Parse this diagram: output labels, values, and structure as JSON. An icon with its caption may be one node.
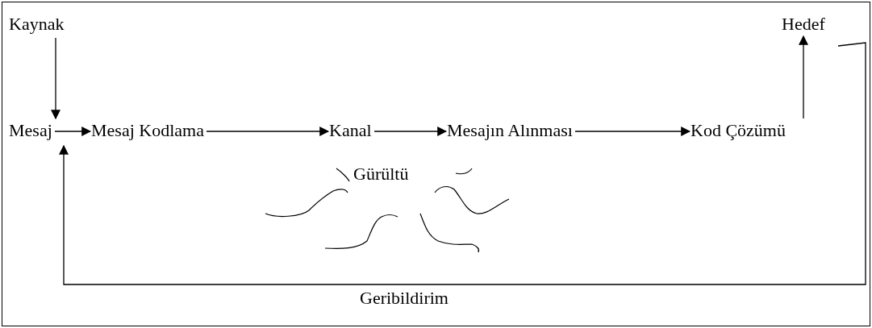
{
  "diagram": {
    "nodes": [
      {
        "text": [
          "Kaynak"
        ]
      },
      {
        "text": [
          "Hedef"
        ]
      },
      {
        "text": [
          "Mesaj"
        ]
      },
      {
        "text": [
          "Mesaj Kodlama"
        ]
      },
      {
        "text": [
          "Kanal"
        ]
      },
      {
        "text": [
          "Mesajın Alınması"
        ]
      },
      {
        "text": [
          "Kod Çözümü"
        ]
      }
    ],
    "edges": [
      {
        "from": 0,
        "to": 2,
        "arrow": "to"
      },
      {
        "from": 2,
        "to": 3,
        "arrow": "to"
      },
      {
        "from": 3,
        "to": 4,
        "arrow": "to"
      },
      {
        "from": 4,
        "to": 5,
        "arrow": "to"
      },
      {
        "from": 5,
        "to": 6,
        "arrow": "to"
      },
      {
        "from": 6,
        "to": 1,
        "arrow": "to"
      },
      {
        "from": 1,
        "to": 2,
        "arrow": "to",
        "label": "Geribildirim"
      }
    ],
    "labels": [
      "Gürültü"
    ]
  }
}
